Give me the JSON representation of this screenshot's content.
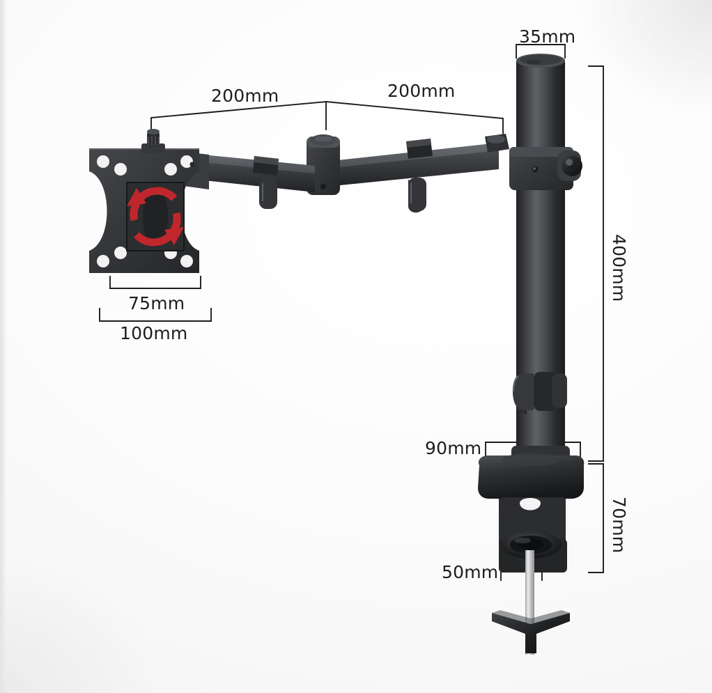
{
  "product": {
    "name": "monitor-desk-mount",
    "description": "Single monitor desk mount with articulating double arm, height-adjustable pole and C-clamp desk base"
  },
  "colors": {
    "background": "#fbfbfb",
    "metal_dark": "#2e2f31",
    "metal_mid": "#3f4144",
    "metal_light": "#5a5d61",
    "metal_highlight": "#7d8084",
    "rotation_arrow_red": "#c0272d",
    "dimension_line": "#1d1d1d",
    "chrome": "#d9dadc"
  },
  "dimensions": {
    "pole_diameter": {
      "label": "35mm",
      "target": "pole-top-diameter"
    },
    "arm_upper": {
      "label": "200mm",
      "target": "upper-arm-segment"
    },
    "arm_lower": {
      "label": "200mm",
      "target": "lower-arm-segment"
    },
    "vesa_75": {
      "label": "75mm",
      "target": "vesa-inner-hole-spacing"
    },
    "vesa_100": {
      "label": "100mm",
      "target": "vesa-outer-hole-spacing"
    },
    "pole_height": {
      "label": "400mm",
      "target": "pole-vertical-height"
    },
    "clamp_plate_width": {
      "label": "90mm",
      "target": "clamp-top-plate-width"
    },
    "clamp_depth": {
      "label": "70mm",
      "target": "clamp-vertical-depth"
    },
    "clamp_jaw_width": {
      "label": "50mm",
      "target": "clamp-lower-jaw-width"
    }
  },
  "annotations": {
    "rotation_indicator": "rotation-arrows-red-circular"
  }
}
